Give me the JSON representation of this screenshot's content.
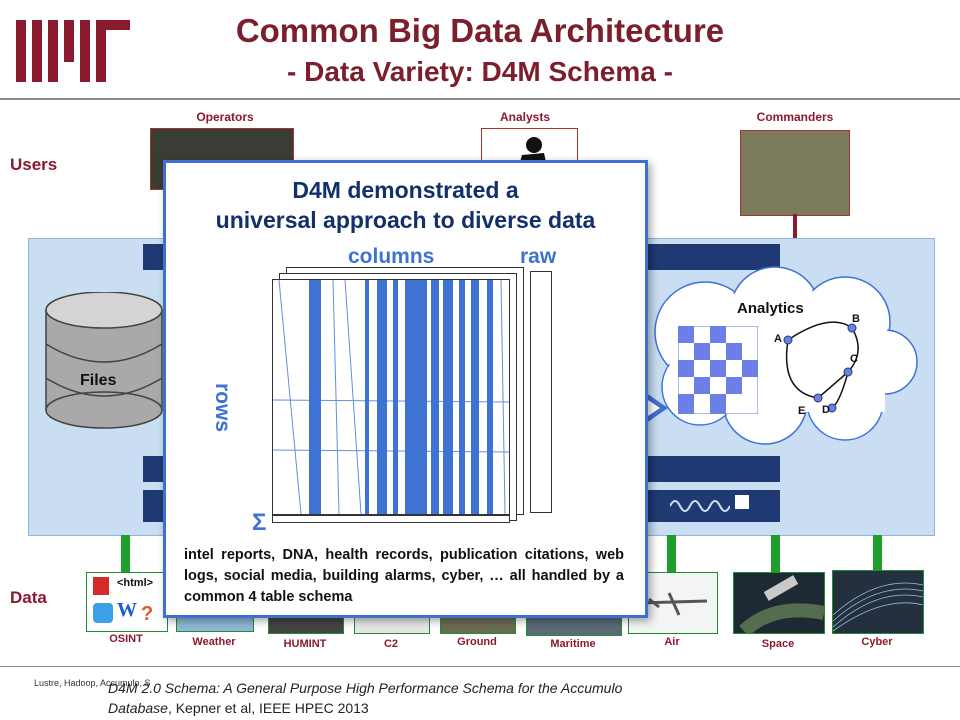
{
  "header": {
    "title": "Common Big Data Architecture",
    "subtitle": "- Data Variety: D4M Schema -",
    "logo_text": "MIT"
  },
  "users": {
    "label": "Users",
    "groups": [
      {
        "label": "Operators"
      },
      {
        "label": "Analysts"
      },
      {
        "label": "Commanders"
      }
    ]
  },
  "architecture": {
    "files_label": "Files",
    "analytics_label": "Analytics",
    "graph_nodes": [
      "A",
      "B",
      "C",
      "D",
      "E"
    ]
  },
  "data": {
    "label": "Data",
    "sources": [
      "OSINT",
      "Weather",
      "HUMINT",
      "C2",
      "Ground",
      "Maritime",
      "Air",
      "Space",
      "Cyber"
    ],
    "osint_html_tag": "<html>"
  },
  "popup": {
    "title_line1": "D4M demonstrated a",
    "title_line2": "universal approach to diverse data",
    "columns_label": "columns",
    "raw_label": "raw",
    "rows_label": "rows",
    "sigma_label": "Σ",
    "body": "intel reports, DNA, health records, publication citations, web logs, social media, building alarms, cyber, … all handled by a common 4 table schema"
  },
  "footer": {
    "credit": "Lustre, Hadoop, Accumulo, S",
    "reference_title": "D4M 2.0 Schema: A General Purpose High Performance Schema for the Accumulo Database",
    "reference_authors": ", Kepner et al, IEEE HPEC 2013"
  },
  "colors": {
    "maroon": "#7a1f2b",
    "navy": "#1f3a73",
    "blue": "#3e73d4",
    "green": "#1e9e2c"
  }
}
